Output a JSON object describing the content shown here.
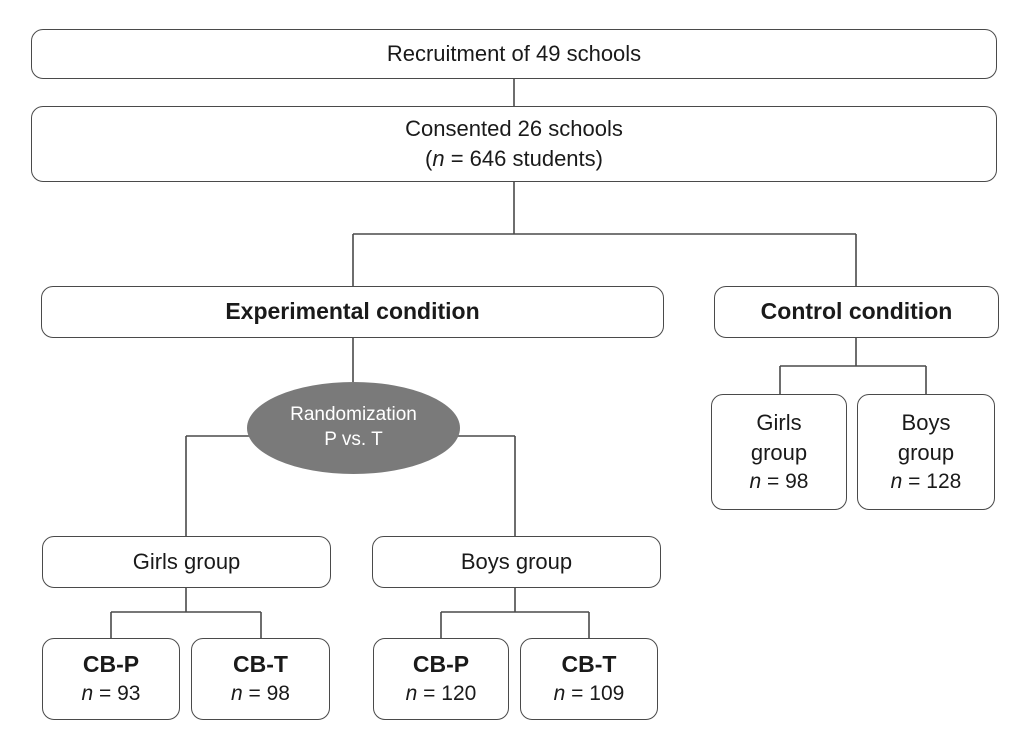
{
  "recruitment": {
    "text": "Recruitment of 49 schools"
  },
  "consented": {
    "line1": "Consented 26 schools",
    "n_var": "n",
    "n_rest": " = 646 students)",
    "paren_open": "("
  },
  "experimental": {
    "label": "Experimental condition"
  },
  "control": {
    "label": "Control condition"
  },
  "randomization": {
    "line1": "Randomization",
    "line2": "P vs. T"
  },
  "exp_girls": {
    "label": "Girls group"
  },
  "exp_boys": {
    "label": "Boys group"
  },
  "ctrl_girls": {
    "line1": "Girls",
    "line2": "group",
    "n_var": "n",
    "n_rest": " = 98"
  },
  "ctrl_boys": {
    "line1": "Boys",
    "line2": "group",
    "n_var": "n",
    "n_rest": " = 128"
  },
  "leaves": [
    {
      "title": "CB-P",
      "n_var": "n",
      "n_rest": " = 93"
    },
    {
      "title": "CB-T",
      "n_var": "n",
      "n_rest": " = 98"
    },
    {
      "title": "CB-P",
      "n_var": "n",
      "n_rest": " = 120"
    },
    {
      "title": "CB-T",
      "n_var": "n",
      "n_rest": " = 109"
    }
  ]
}
